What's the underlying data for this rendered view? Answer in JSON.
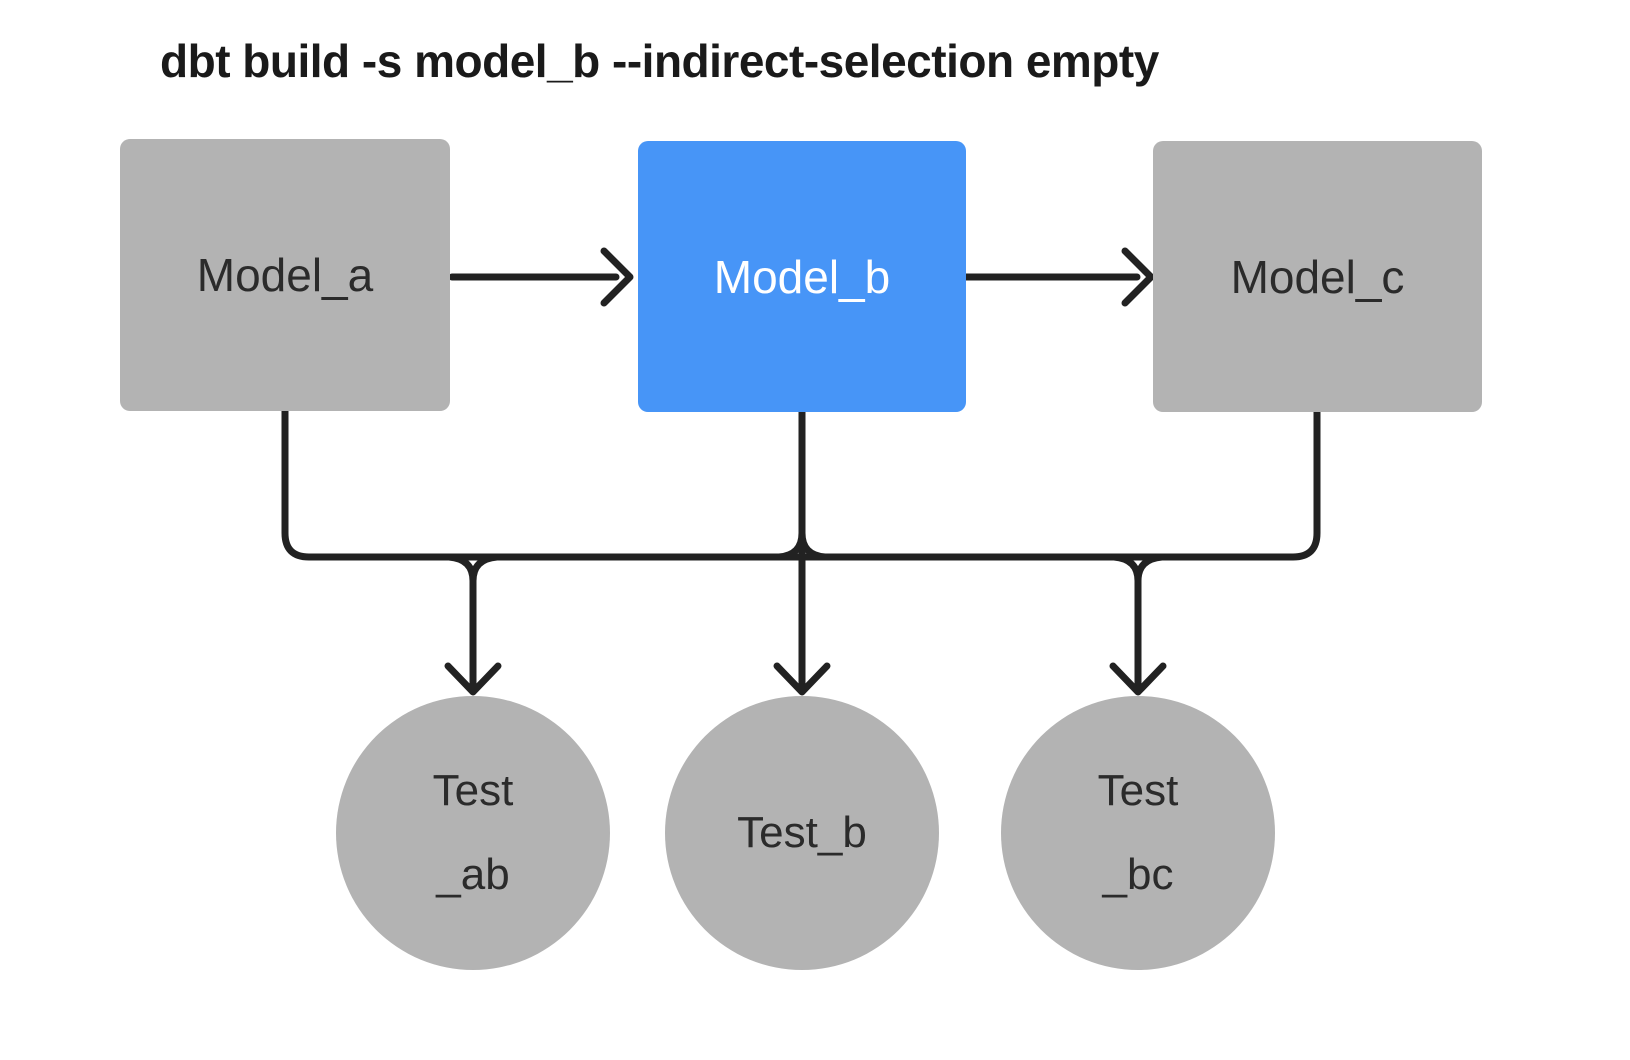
{
  "title": "dbt build -s model_b --indirect-selection empty",
  "colors": {
    "background": "#ffffff",
    "node_gray": "#b3b3b3",
    "node_blue": "#4795f7",
    "edge": "#222222",
    "text_dark": "#2b2b2b",
    "text_on_blue": "#ffffff",
    "title_text": "#1a1a1a"
  },
  "diagram": {
    "models": [
      {
        "id": "model_a",
        "label": "Model_a",
        "variant": "gray"
      },
      {
        "id": "model_b",
        "label": "Model_b",
        "variant": "blue"
      },
      {
        "id": "model_c",
        "label": "Model_c",
        "variant": "gray"
      }
    ],
    "tests": [
      {
        "id": "test_ab",
        "lines": [
          "Test",
          "_ab"
        ]
      },
      {
        "id": "test_b",
        "lines": [
          "Test_b"
        ]
      },
      {
        "id": "test_bc",
        "lines": [
          "Test",
          "_bc"
        ]
      }
    ],
    "edges": [
      {
        "from": "model_a",
        "to": "model_b"
      },
      {
        "from": "model_b",
        "to": "model_c"
      },
      {
        "from": "model_a",
        "to": "test_ab"
      },
      {
        "from": "model_b",
        "to": "test_ab"
      },
      {
        "from": "model_b",
        "to": "test_b"
      },
      {
        "from": "model_b",
        "to": "test_bc"
      },
      {
        "from": "model_c",
        "to": "test_bc"
      }
    ]
  }
}
